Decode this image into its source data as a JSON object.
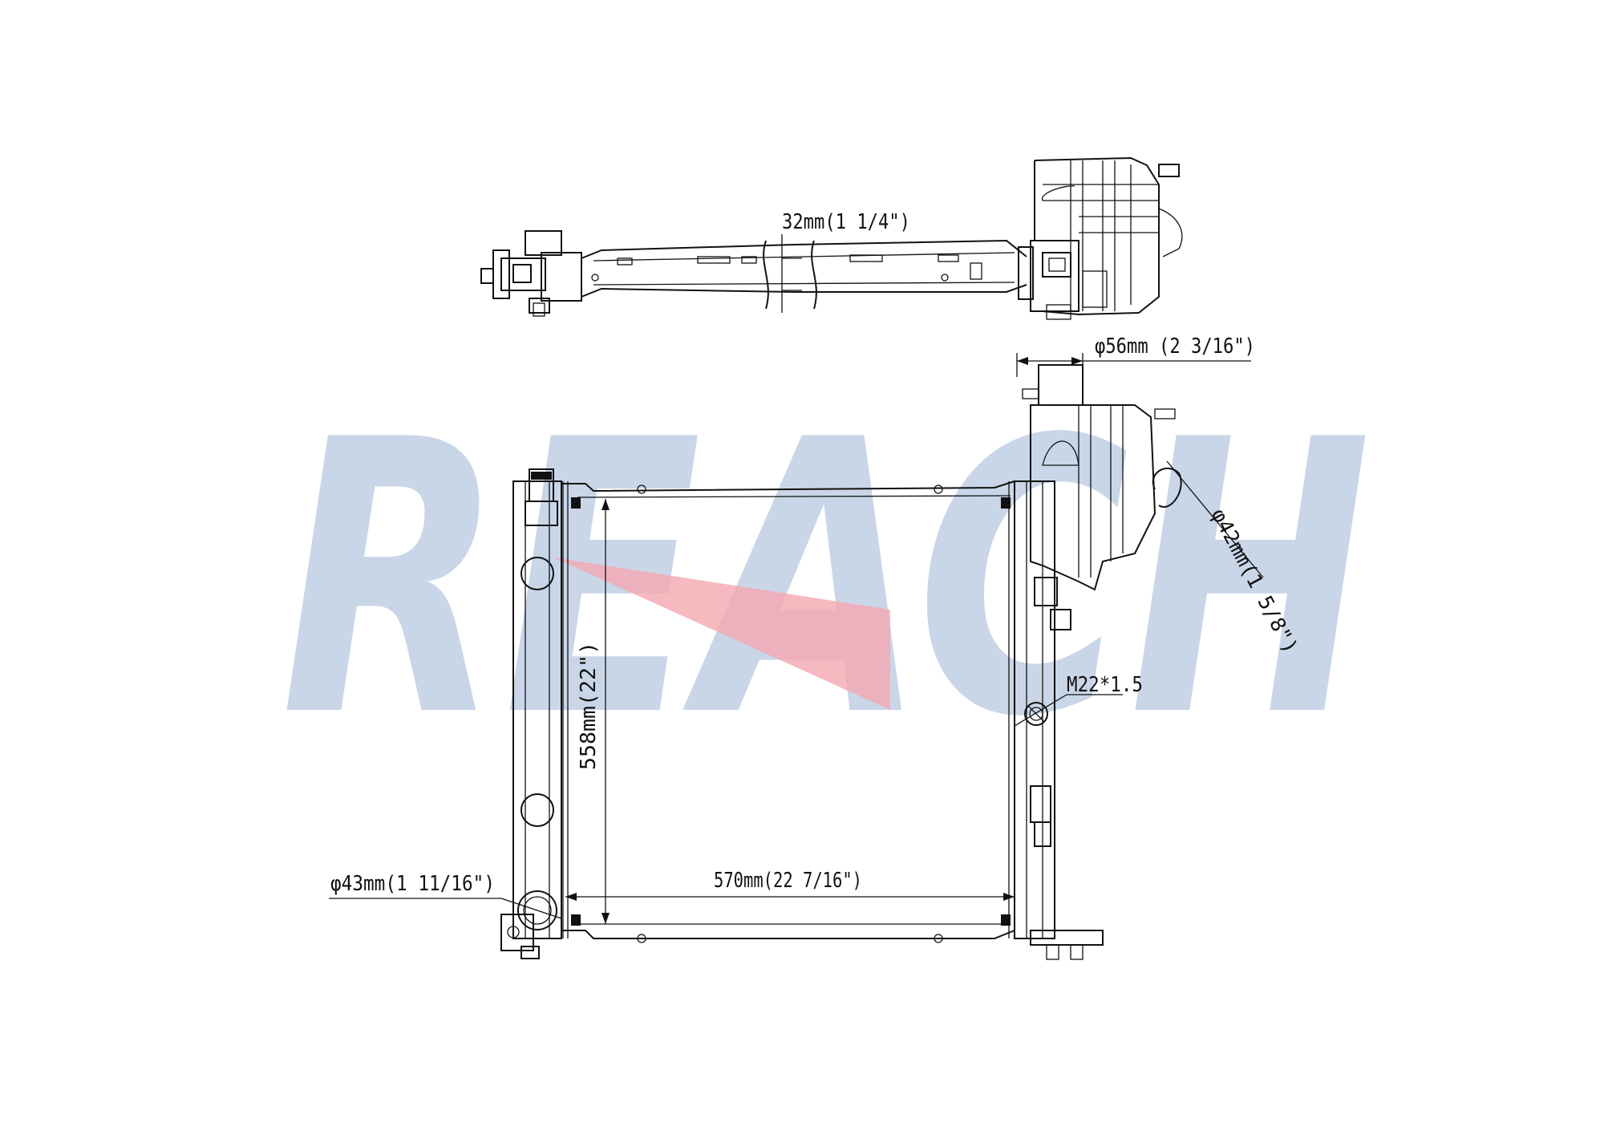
{
  "watermark": {
    "text": "REACH",
    "color": "#c9d6e8",
    "accent_color": "#f5a8b0"
  },
  "dimensions": {
    "inlet_top_offset": "32mm(1 1/4\")",
    "filler_neck": "φ56mm (2 3/16\")",
    "outlet_tank": "φ42mm(1 5/8\")",
    "drain_thread": "M22*1.5",
    "core_height": "558mm(22\")",
    "core_width": "570mm(22 7/16\")",
    "inlet_diameter": "φ43mm(1 11/16\")"
  }
}
